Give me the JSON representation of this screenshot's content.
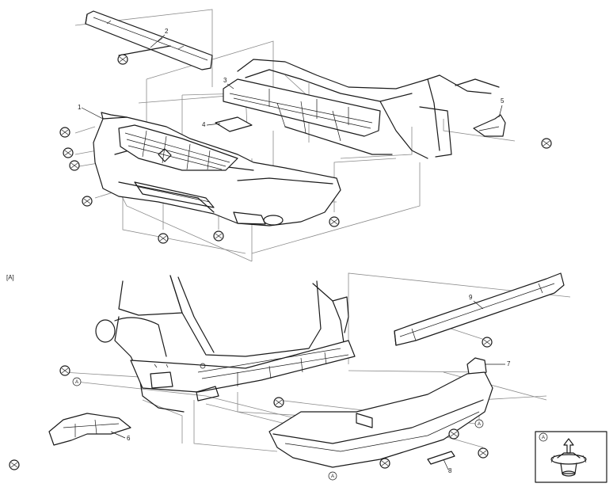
{
  "section_label": "[A]",
  "callouts": {
    "c1": "1",
    "c2": "2",
    "c3": "3",
    "c4": "4",
    "c5": "5",
    "c6": "6",
    "c7": "7",
    "c8": "8",
    "c9": "9"
  },
  "clip_marker": "A",
  "legend": {
    "marker": "A"
  }
}
